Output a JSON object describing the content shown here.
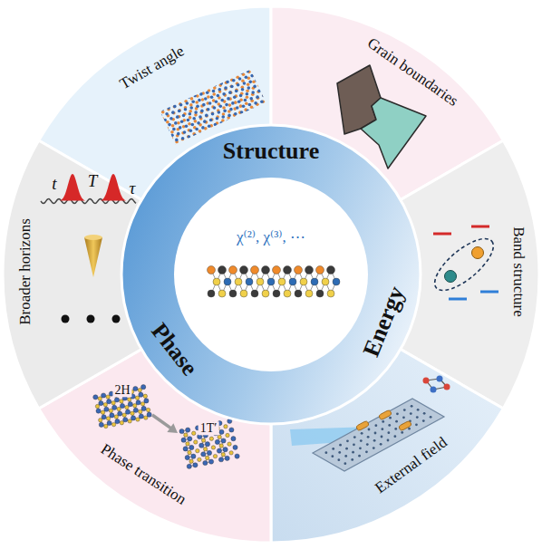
{
  "diagram": {
    "nodes": [
      {
        "text": [
          "Twist angle"
        ]
      },
      {
        "text": [
          "Grain boundaries"
        ]
      },
      {
        "text": [
          "Band structure"
        ]
      },
      {
        "text": [
          "External field"
        ]
      },
      {
        "text": [
          "Phase transition"
        ]
      },
      {
        "text": [
          "Broader horizons"
        ]
      },
      {
        "text": [
          "Structure",
          "Energy",
          "Phase"
        ]
      },
      {
        "text": [
          "χ⁽²⁾, χ⁽³⁾, ⋯"
        ],
        "in": 6
      }
    ],
    "labels": [
      "t",
      "T",
      "τ",
      "2H",
      "1T′"
    ]
  }
}
